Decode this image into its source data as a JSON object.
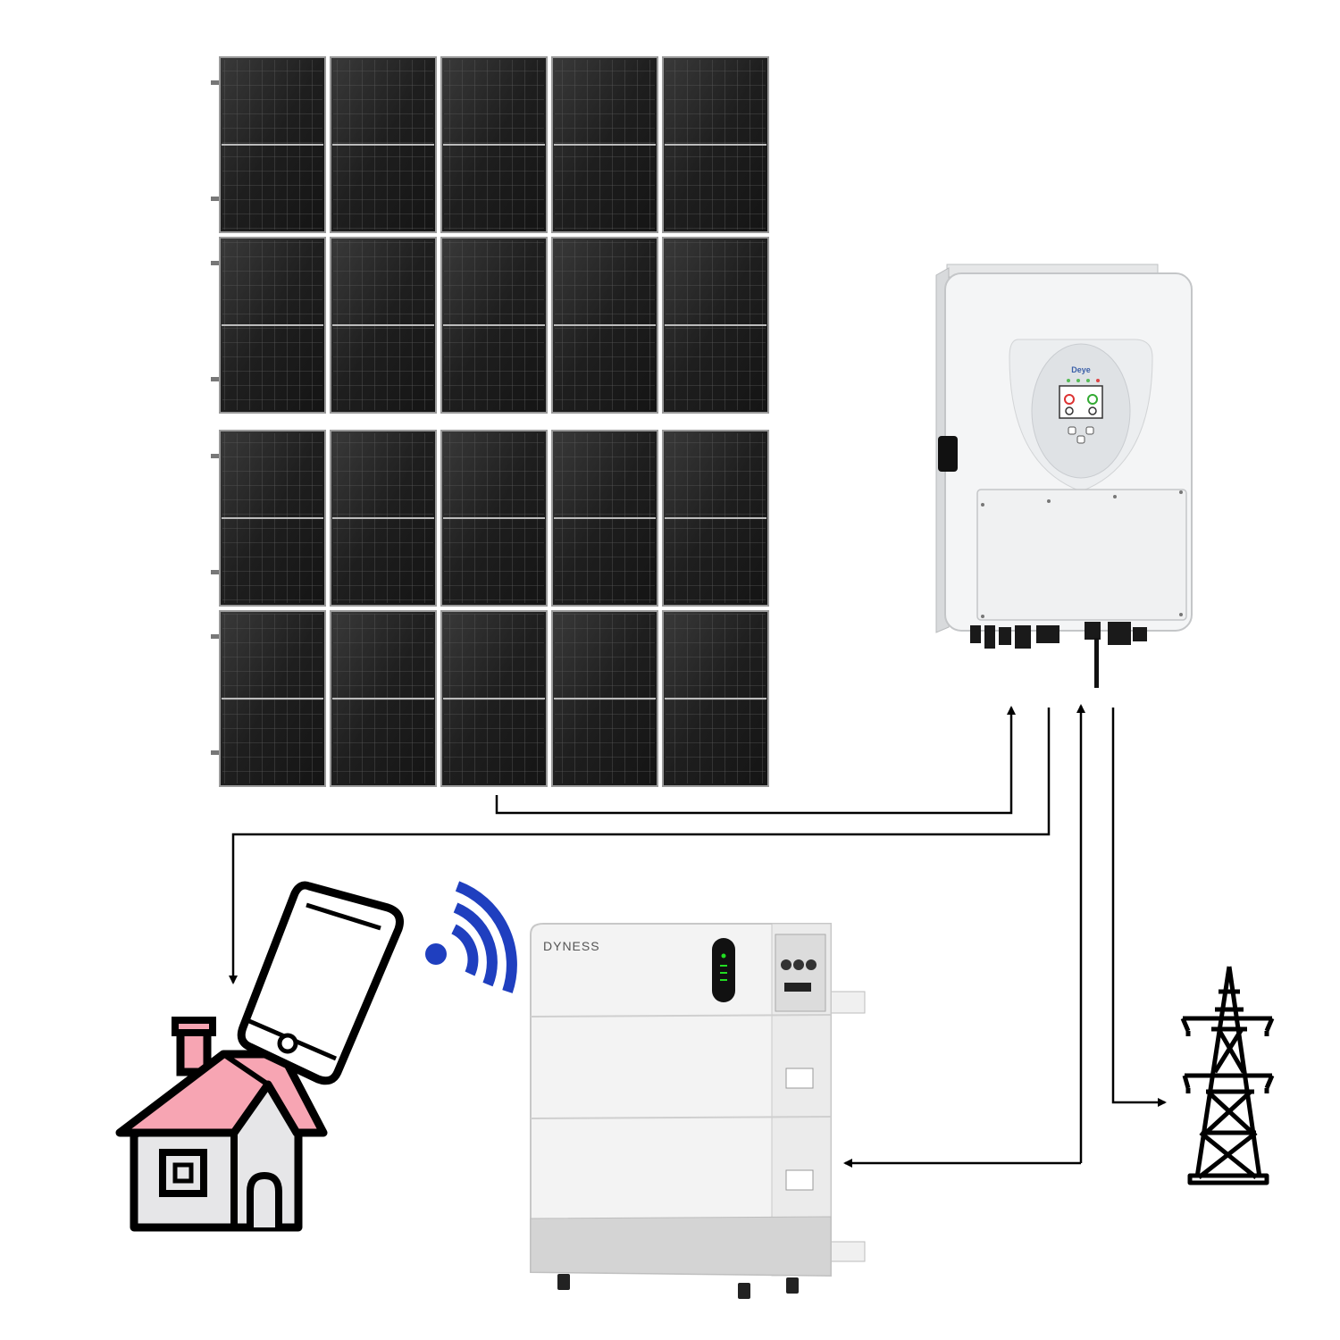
{
  "diagram": {
    "inverter": {
      "brand": "Deye"
    },
    "battery": {
      "brand": "DYNESS"
    },
    "solar_array": {
      "rows": 4,
      "columns": 5
    },
    "colors": {
      "panel": "#1b1b1b",
      "panel_frame": "#9a9a9a",
      "connector": "#000000",
      "roof": "#f7a5b3",
      "wifi": "#1f3fbf",
      "inverter_body": "#f4f5f6",
      "battery_body": "#f3f3f3",
      "battery_base": "#d4d4d4"
    },
    "connections": [
      {
        "from": "solar-array",
        "to": "inverter"
      },
      {
        "from": "inverter",
        "to": "house"
      },
      {
        "from": "inverter",
        "to": "battery",
        "bidirectional": true
      },
      {
        "from": "inverter",
        "to": "power-grid"
      }
    ],
    "icons": [
      "house-icon",
      "smartphone-icon",
      "wifi-icon",
      "power-tower-icon"
    ]
  }
}
